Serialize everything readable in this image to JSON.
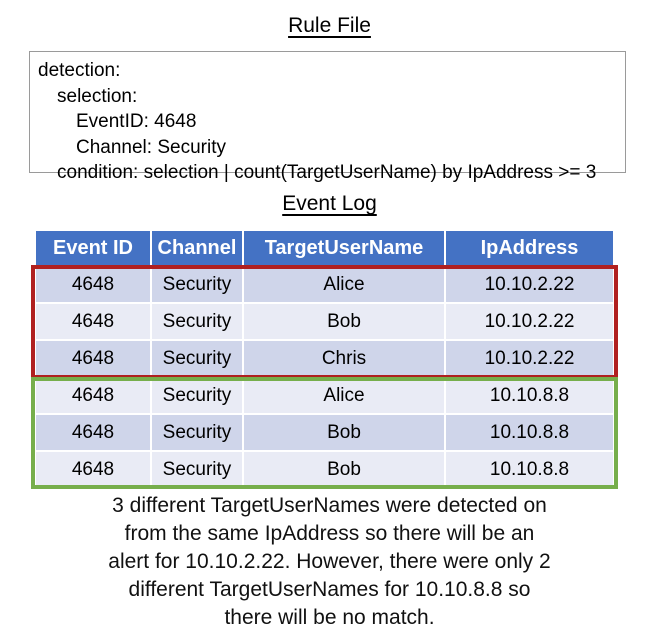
{
  "titles": {
    "rule_file": "Rule File",
    "event_log": "Event Log"
  },
  "rule_file": {
    "lines": [
      "detection:",
      "selection:",
      "EventID: 4648",
      "Channel: Security",
      "condition: selection | count(TargetUserName) by IpAddress >= 3"
    ]
  },
  "event_log": {
    "columns": [
      "Event ID",
      "Channel",
      "TargetUserName",
      "IpAddress"
    ],
    "rows": [
      [
        "4648",
        "Security",
        "Alice",
        "10.10.2.22"
      ],
      [
        "4648",
        "Security",
        "Bob",
        "10.10.2.22"
      ],
      [
        "4648",
        "Security",
        "Chris",
        "10.10.2.22"
      ],
      [
        "4648",
        "Security",
        "Alice",
        "10.10.8.8"
      ],
      [
        "4648",
        "Security",
        "Bob",
        "10.10.8.8"
      ],
      [
        "4648",
        "Security",
        "Bob",
        "10.10.8.8"
      ]
    ],
    "highlights": [
      {
        "name": "match-group",
        "rows": "1-3",
        "ip": "10.10.2.22",
        "color": "#B02020"
      },
      {
        "name": "no-match-group",
        "rows": "4-6",
        "ip": "10.10.8.8",
        "color": "#76AE4B"
      }
    ]
  },
  "explanation": "3 different TargetUserNames were detected on\nfrom the same IpAddress so there will be an\nalert for 10.10.2.22. However, there were only 2\ndifferent TargetUserNames for 10.10.8.8 so\nthere will be no match.",
  "colors": {
    "header_bg": "#4472C4",
    "header_text": "#FFFFFF",
    "row_dark": "#CFD5EA",
    "row_light": "#E9EBF5",
    "match_box": "#B02020",
    "no_match_box": "#76AE4B",
    "rule_box_border": "#9A9A9A"
  }
}
